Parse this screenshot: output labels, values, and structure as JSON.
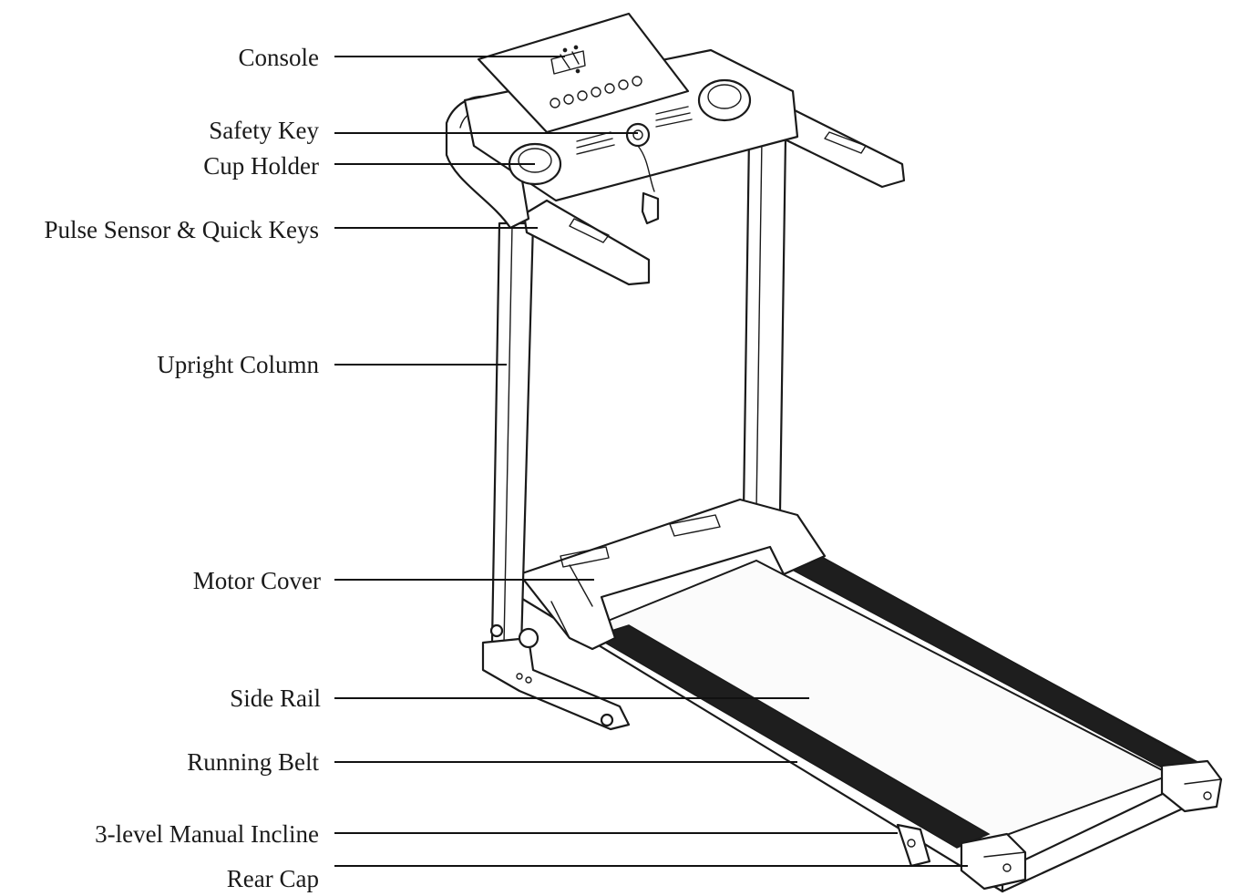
{
  "diagram": {
    "labels": [
      {
        "id": "console",
        "text": "Console"
      },
      {
        "id": "safety-key",
        "text": "Safety Key"
      },
      {
        "id": "cup-holder",
        "text": "Cup Holder"
      },
      {
        "id": "pulse-sensor",
        "text": "Pulse Sensor & Quick Keys"
      },
      {
        "id": "upright-column",
        "text": "Upright Column"
      },
      {
        "id": "motor-cover",
        "text": "Motor Cover"
      },
      {
        "id": "side-rail",
        "text": "Side Rail"
      },
      {
        "id": "running-belt",
        "text": "Running Belt"
      },
      {
        "id": "manual-incline",
        "text": "3-level Manual Incline"
      },
      {
        "id": "rear-cap",
        "text": "Rear Cap"
      }
    ],
    "colors": {
      "line": "#1a1a1a",
      "background": "#ffffff"
    }
  }
}
